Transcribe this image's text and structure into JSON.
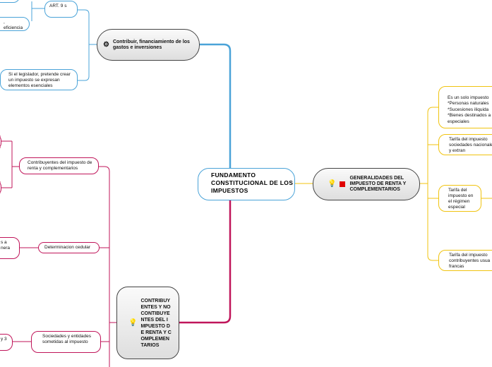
{
  "center": {
    "title": "FUNDAMENTO CONSTITUCIONAL DE LOS IMPUESTOS"
  },
  "branches": {
    "contribuir": {
      "label": "Contribuir, financiamiento de los gastos e inversiones",
      "icon": "gear-icon",
      "children": [
        {
          "label": "ART. 9 s"
        },
        {
          "label": ", eficiencia ividad"
        },
        {
          "label": "Si el legislador, pretende crear un impuesto se expresan elementos esenciales"
        }
      ]
    },
    "generalidades": {
      "label": "GENERALIDADES DEL IMPUESTO DE RENTA Y COMPLEMENTARIOS",
      "icon": "lightbulb-icon",
      "children": [
        {
          "label": "Es un solo impuesto *Personas naturales *Sucesiones iliquida *Bienes destinados a especiales"
        },
        {
          "label": "Tarifa del impuesto sociedades nacionales y extran"
        },
        {
          "label": "Tarifa del impuesto en el régimen especial"
        },
        {
          "label": "Tarifa del impuesto contribuyentes usua francas"
        }
      ]
    },
    "contribuyentes": {
      "label": "CONTRIBUYENTES Y NO CONTIBUYENTES DEL IMPUESTO DE RENTA Y COMPLEMENTARIOS",
      "icon": "lightbulb-icon",
      "children": [
        {
          "label": "Contribuyentes del impuesto de renta y complementarios"
        },
        {
          "label": "Determinacion cedular"
        },
        {
          "label": "s a nera"
        },
        {
          "label": "Sociedades y entidades sometidas al impuesto"
        },
        {
          "label": "y 3"
        }
      ]
    }
  },
  "colors": {
    "blue": "#4aa3d8",
    "pink": "#c0155a",
    "yellow": "#f0c30f",
    "red": "#e00000"
  }
}
